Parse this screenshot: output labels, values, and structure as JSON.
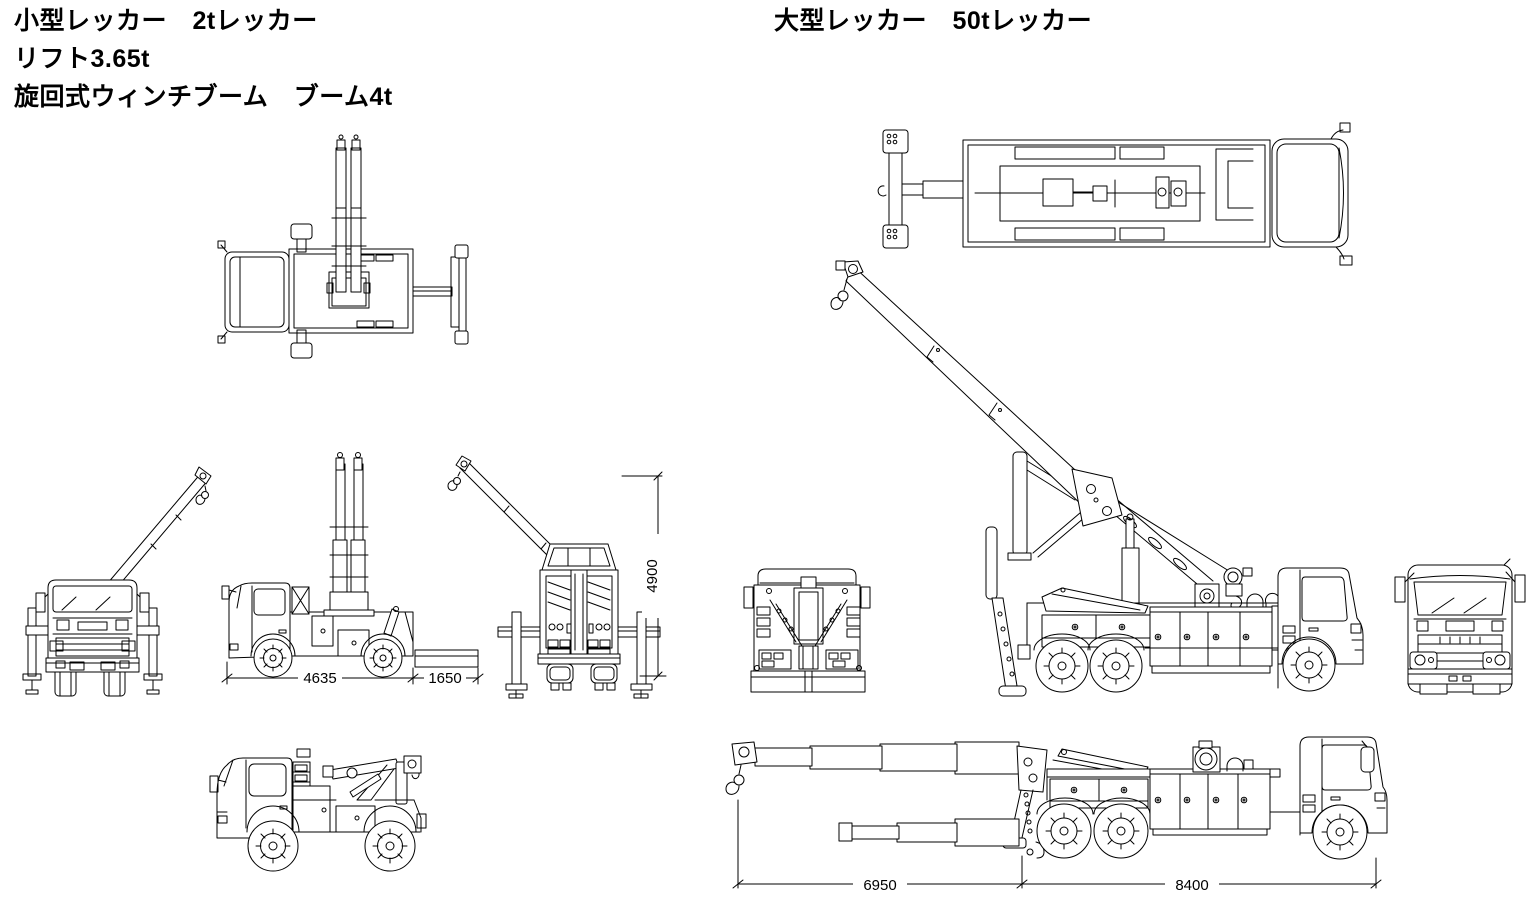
{
  "page": {
    "background": "#ffffff",
    "line_color": "#000000",
    "text_color": "#000000"
  },
  "small_wrecker": {
    "title": "小型レッカー　2tレッカー",
    "spec_lift": "リフト3.65t",
    "spec_boom": "旋回式ウィンチブーム　ブーム4t",
    "dims": {
      "wheelbase": "4635",
      "rear_overhang": "1650",
      "boom_tip_height": "4900"
    }
  },
  "large_wrecker": {
    "title": "大型レッカー　50tレッカー",
    "dims": {
      "front_overhang": "6950",
      "body_length": "8400"
    }
  }
}
